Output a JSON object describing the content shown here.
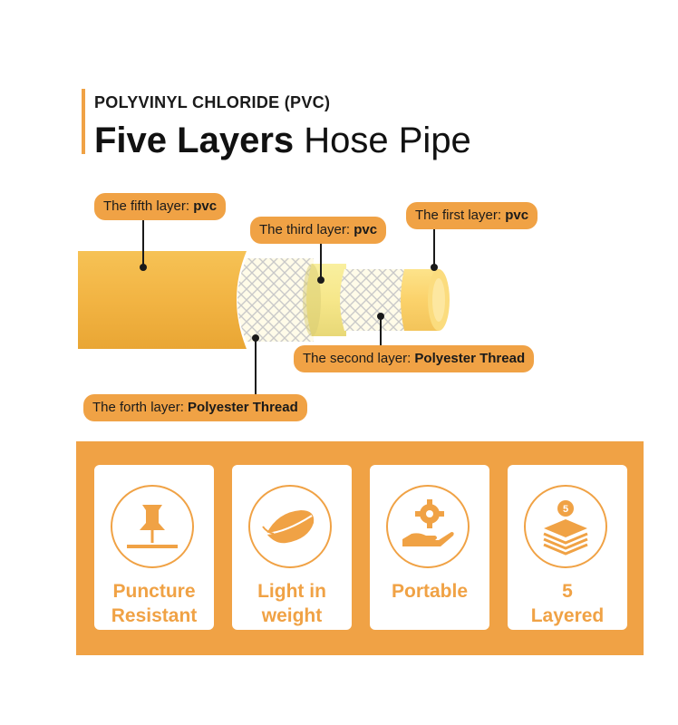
{
  "header": {
    "eyebrow": "POLYVINYL CHLORIDE (PVC)",
    "title_bold": "Five Layers",
    "title_rest": " Hose Pipe"
  },
  "layers": [
    {
      "prefix": "The fifth layer: ",
      "material": "pvc"
    },
    {
      "prefix": "The third layer: ",
      "material": "pvc"
    },
    {
      "prefix": "The first layer: ",
      "material": "pvc"
    },
    {
      "prefix": "The second layer: ",
      "material": "Polyester Thread"
    },
    {
      "prefix": "The forth layer: ",
      "material": "Polyester Thread"
    }
  ],
  "features": [
    {
      "line1": "Puncture",
      "line2": "Resistant",
      "icon": "pushpin-icon"
    },
    {
      "line1": "Light in",
      "line2": "weight",
      "icon": "feather-icon"
    },
    {
      "line1": "Portable",
      "line2": "",
      "icon": "hand-gear-icon"
    },
    {
      "line1": "5",
      "line2": "Layered",
      "icon": "stacked-layers-icon"
    }
  ],
  "colors": {
    "accent": "#f0a245",
    "pipe_outer": "#f4b84a",
    "pipe_inner": "#fbd26b",
    "text": "#111111"
  }
}
